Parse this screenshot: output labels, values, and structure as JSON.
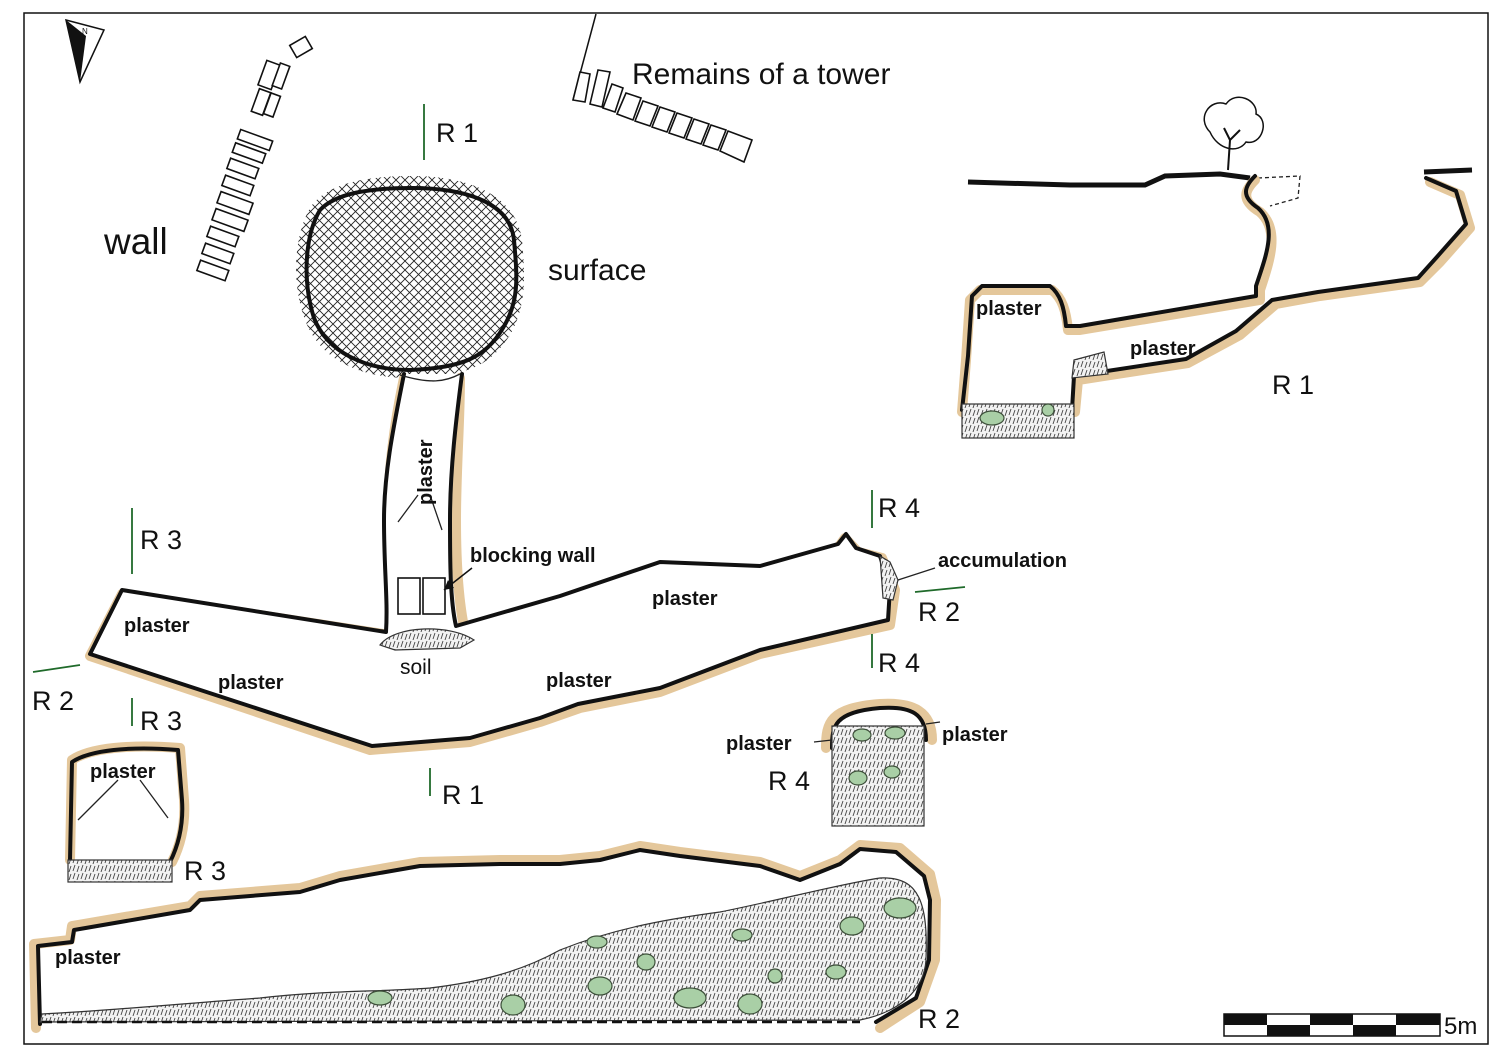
{
  "figure": {
    "labels": {
      "wall": "wall",
      "surface": "surface",
      "tower": "Remains of a tower",
      "blocking_wall": "blocking wall",
      "accumulation": "accumulation",
      "soil": "soil",
      "plaster": "plaster"
    },
    "sections": {
      "r1": "R 1",
      "r2": "R 2",
      "r3": "R 3",
      "r4": "R 4"
    },
    "scale_bar": {
      "label": "5m",
      "segments": 5
    },
    "north_arrow": {
      "letter": "N"
    },
    "colors": {
      "plaster": "#e4c79b",
      "rock_outline": "#111111",
      "stones": "#a9cfa6",
      "section_marks": "#1f6a2a"
    }
  }
}
